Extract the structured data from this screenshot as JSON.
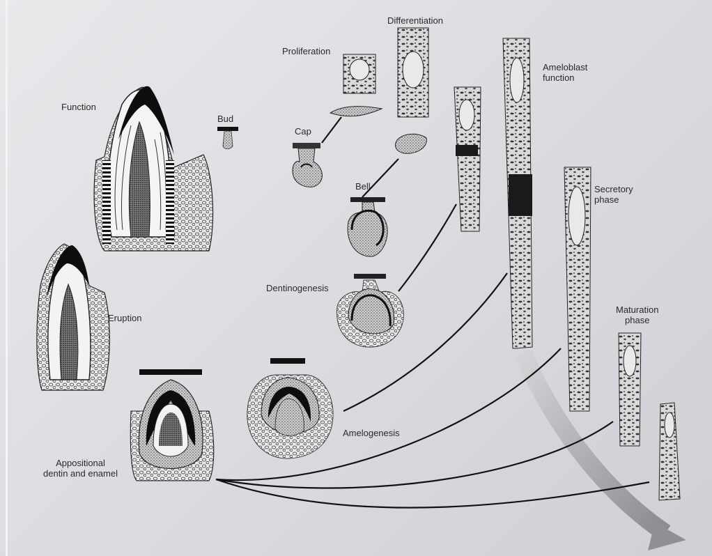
{
  "labels": {
    "function": "Function",
    "eruption": "Eruption",
    "bud": "Bud",
    "cap": "Cap",
    "bell": "Bell",
    "proliferation": "Proliferation",
    "differentiation": "Differentiation",
    "dentinogenesis": "Dentinogenesis",
    "amelogenesis": "Amelogenesis",
    "ameloblast_function_line1": "Ameloblast",
    "ameloblast_function_line2": "function",
    "secretory_line1": "Secretory",
    "secretory_line2": "phase",
    "maturation_line1": "Maturation",
    "maturation_line2": "phase",
    "appositional_line1": "Appositional",
    "appositional_line2": "dentin and enamel"
  },
  "colors": {
    "ink": "#1a1a1a",
    "background": "#dedfe3",
    "enamel_black": "#0d0d0d",
    "pulp_stipple": "#5a5a5a",
    "arrow_gray": "#8f8f94"
  }
}
